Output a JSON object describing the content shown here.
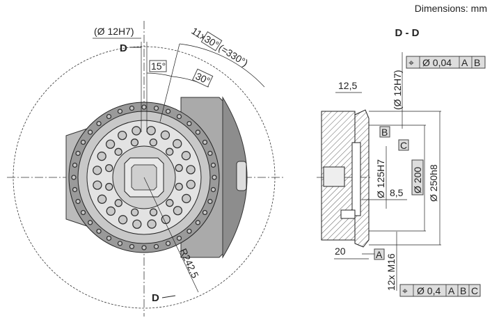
{
  "header": {
    "units": "Dimensions: mm",
    "section_title": "D - D"
  },
  "front_view": {
    "bore_label": "(Ø 12H7)",
    "section_marker_top": "D",
    "section_marker_bottom": "D",
    "angle_15": "15°",
    "angle_30": "30°",
    "pattern_prefix": "11x",
    "pattern_angle": "30°",
    "pattern_total": "(=330°)",
    "radius": "R242,5"
  },
  "section_view": {
    "dim_12_5": "12,5",
    "dim_20": "20",
    "dim_8_5": "8,5",
    "bore": "(Ø 12H7)",
    "dia_125": "Ø 125H7",
    "dia_200": "Ø 200",
    "dia_250": "Ø 250h8",
    "thread": "12x M16",
    "datum_a": "A",
    "datum_b": "B",
    "datum_c": "C",
    "tol1": {
      "symbol": "⌖",
      "value": "Ø 0,04",
      "refs": [
        "A",
        "B"
      ]
    },
    "tol2": {
      "symbol": "⌖",
      "value": "Ø 0,4",
      "refs": [
        "A",
        "B",
        "C"
      ]
    }
  }
}
